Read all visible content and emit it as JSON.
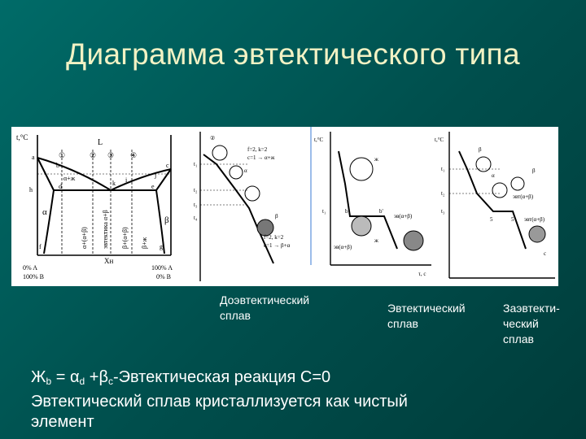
{
  "slide": {
    "title": "Диаграмма эвтектического типа"
  },
  "diagram": {
    "phase": {
      "y_axis": "t,°C",
      "liquid": "L",
      "alpha": "α",
      "beta": "β",
      "points": [
        "a",
        "b",
        "c",
        "d",
        "e",
        "f",
        "g",
        "h",
        "i",
        "j",
        "k"
      ],
      "region_numbers": [
        "①",
        "②",
        "③",
        "④"
      ],
      "region_labels": [
        "α+ж",
        "α+(α+β)",
        "эвтектика α+β",
        "β+(α+β)",
        "β+ж"
      ],
      "x_tick": "Xн",
      "left_composition": [
        "0% A",
        "100% B"
      ],
      "right_composition": [
        "100% A",
        "0% B"
      ]
    },
    "cooling1": {
      "y_labels": [
        "t₁",
        "t₂",
        "t₃",
        "t₄"
      ],
      "annotations": [
        "f=2, k=2",
        "c=1 → α+ж",
        "f=2, k=2",
        "c=1 → β+α"
      ],
      "circle_labels": [
        "②",
        "α",
        "β"
      ]
    },
    "cooling2": {
      "y_axis": "t,°C",
      "x_axis": "τ, c",
      "y_labels": [
        "t₁"
      ],
      "points": [
        "b",
        "b'"
      ],
      "annotations": [
        "ж",
        "эв(α+β)",
        "эв(α+β)",
        "ж"
      ]
    },
    "cooling3": {
      "y_axis": "t,°C",
      "y_labels": [
        "t₁",
        "t₂",
        "t₃"
      ],
      "points": [
        "5",
        "5'"
      ],
      "annotations": [
        "β",
        "α",
        "эвт(α+β)",
        "эвт(α+β)",
        "β",
        "c"
      ]
    }
  },
  "captions": {
    "hypo": [
      "Доэвтектический",
      "сплав"
    ],
    "eutectic": [
      "Эвтектический",
      "сплав"
    ],
    "hyper": [
      "Заэвтекти-",
      "ческий",
      "сплав"
    ]
  },
  "bottom_text": {
    "eq_zh": "Ж",
    "eq_b": "b",
    "eq_eq": " = α",
    "eq_d": "d",
    "eq_plus": " +β",
    "eq_c": "c",
    "eq_rest": "-Эвтектическая реакция С=0",
    "line2": "Эвтектический сплав кристаллизуется как чистый",
    "line3": "элемент"
  }
}
